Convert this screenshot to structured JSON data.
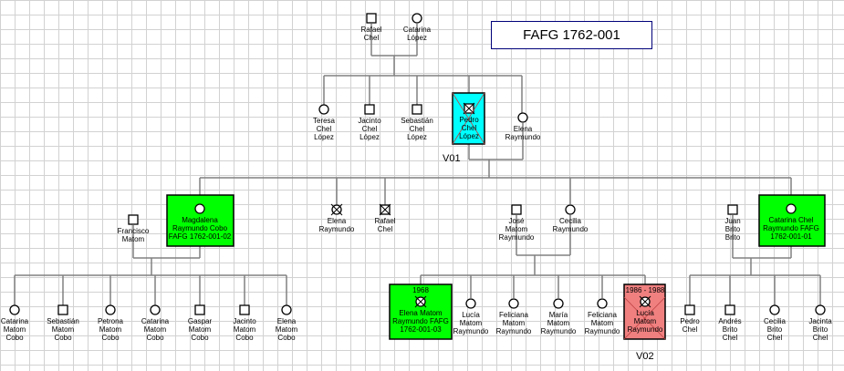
{
  "case_title": "FAFG 1762-001",
  "colors": {
    "line": "#808080",
    "symbol": "#000000",
    "victim_fill": "#00ff00",
    "missing_fill": "#00ffff",
    "deceased_fill": "#f08080"
  },
  "labels": {
    "v01": "V01",
    "v02": "V02"
  },
  "people": [
    {
      "id": "rafael-chel-top",
      "sex": "M",
      "name": "Rafael\nChel"
    },
    {
      "id": "catarina-lopez",
      "sex": "F",
      "name": "Catarina\nLópez"
    },
    {
      "id": "teresa-chel-lopez",
      "sex": "F",
      "name": "Teresa\nChel\nLópez"
    },
    {
      "id": "jacinto-chel-lopez",
      "sex": "M",
      "name": "Jacinto\nChel\nLópez"
    },
    {
      "id": "sebastian-chel-lopez",
      "sex": "M",
      "name": "Sebastián\nChel\nLópez"
    },
    {
      "id": "pedro-chel-lopez",
      "sex": "M",
      "name": "Pedro\nChel\nLópez",
      "status": "missing"
    },
    {
      "id": "elena-raymundo-top",
      "sex": "F",
      "name": "Elena\nRaymundo"
    },
    {
      "id": "magdalena",
      "sex": "F",
      "name": "Magdalena\nRaymundo Cobo\nFAFG 1762-001-02",
      "status": "victim"
    },
    {
      "id": "francisco-matom",
      "sex": "M",
      "name": "Francisco\nMatom"
    },
    {
      "id": "elena-raymundo-mid",
      "sex": "F",
      "name": "Elena\nRaymundo",
      "status": "deceased"
    },
    {
      "id": "rafael-chel-mid",
      "sex": "M",
      "name": "Rafael\nChel",
      "status": "deceased"
    },
    {
      "id": "jose-matom",
      "sex": "M",
      "name": "José\nMatom\nRaymundo"
    },
    {
      "id": "cecilia-raymundo",
      "sex": "F",
      "name": "Cecilia\nRaymundo"
    },
    {
      "id": "juan-brito",
      "sex": "M",
      "name": "Juan\nBrito\nBrito"
    },
    {
      "id": "catarina-chel-raymundo",
      "sex": "F",
      "name": "Catarina Chel\nRaymundo FAFG\n1762-001-01",
      "status": "victim"
    },
    {
      "id": "catarina-matom-cobo",
      "sex": "F",
      "name": "Catarina\nMatom\nCobo"
    },
    {
      "id": "sebastian-matom-cobo",
      "sex": "M",
      "name": "Sebastián\nMatom\nCobo"
    },
    {
      "id": "petrona-matom-cobo",
      "sex": "F",
      "name": "Petrona\nMatom\nCobo"
    },
    {
      "id": "catarina-matom-cobo-2",
      "sex": "F",
      "name": "Catarina\nMatom\nCobo"
    },
    {
      "id": "gaspar-matom-cobo",
      "sex": "M",
      "name": "Gaspar\nMatom\nCobo"
    },
    {
      "id": "jacinto-matom-cobo",
      "sex": "M",
      "name": "Jacinto\nMatom\nCobo"
    },
    {
      "id": "elena-matom-cobo",
      "sex": "F",
      "name": "Elena\nMatom\nCobo"
    },
    {
      "id": "elena-matom-raymundo",
      "sex": "F",
      "name": "Elena Matom\nRaymundo FAFG\n1762-001-03",
      "status": "victim",
      "year": "1968"
    },
    {
      "id": "lucia-matom-raymundo",
      "sex": "F",
      "name": "Lucía\nMatom\nRaymundo"
    },
    {
      "id": "feliciana-matom-raymundo",
      "sex": "F",
      "name": "Feliciana\nMatom\nRaymundo"
    },
    {
      "id": "maria-matom-raymundo",
      "sex": "F",
      "name": "María\nMatom\nRaymundo"
    },
    {
      "id": "feliciana-matom-raymundo-2",
      "sex": "F",
      "name": "Feliciana\nMatom\nRaymundo"
    },
    {
      "id": "lucia-matom-raymundo-2",
      "sex": "F",
      "name": "Lucía\nMatom\nRaymundo",
      "status": "deceased-box",
      "year": "1986 - 1988"
    },
    {
      "id": "pedro-chel",
      "sex": "M",
      "name": "Pedro\nChel"
    },
    {
      "id": "andres-brito-chel",
      "sex": "M",
      "name": "Andrés\nBrito\nChel"
    },
    {
      "id": "cecilia-brito-chel",
      "sex": "F",
      "name": "Cecilia\nBrito\nChel"
    },
    {
      "id": "jacinta-brito-chel",
      "sex": "F",
      "name": "Jacinta\nBrito\nChel"
    }
  ]
}
